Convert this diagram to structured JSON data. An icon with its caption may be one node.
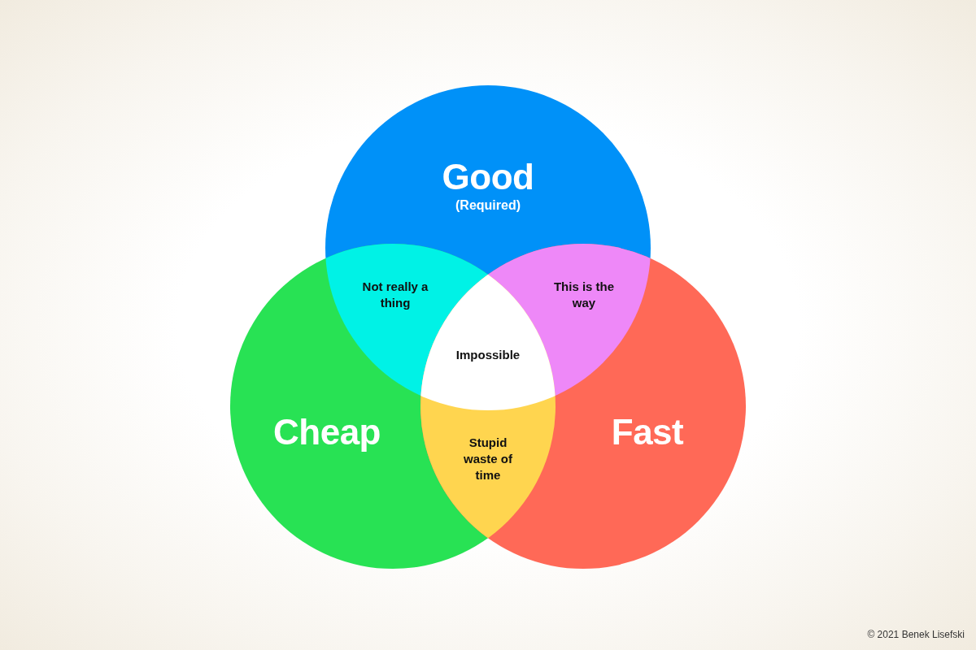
{
  "diagram": {
    "nodes": [
      {
        "text": [
          "Good",
          "(Required)"
        ]
      },
      {
        "text": [
          "Not really a thing"
        ]
      },
      {
        "text": [
          "This is the way"
        ]
      },
      {
        "text": [
          "Impossible"
        ]
      },
      {
        "text": [
          "Cheap"
        ]
      },
      {
        "text": [
          "Stupid waste of time"
        ]
      },
      {
        "text": [
          "Fast"
        ]
      }
    ],
    "edges": [],
    "labels": [
      "© 2021 Benek Lisefski"
    ]
  }
}
